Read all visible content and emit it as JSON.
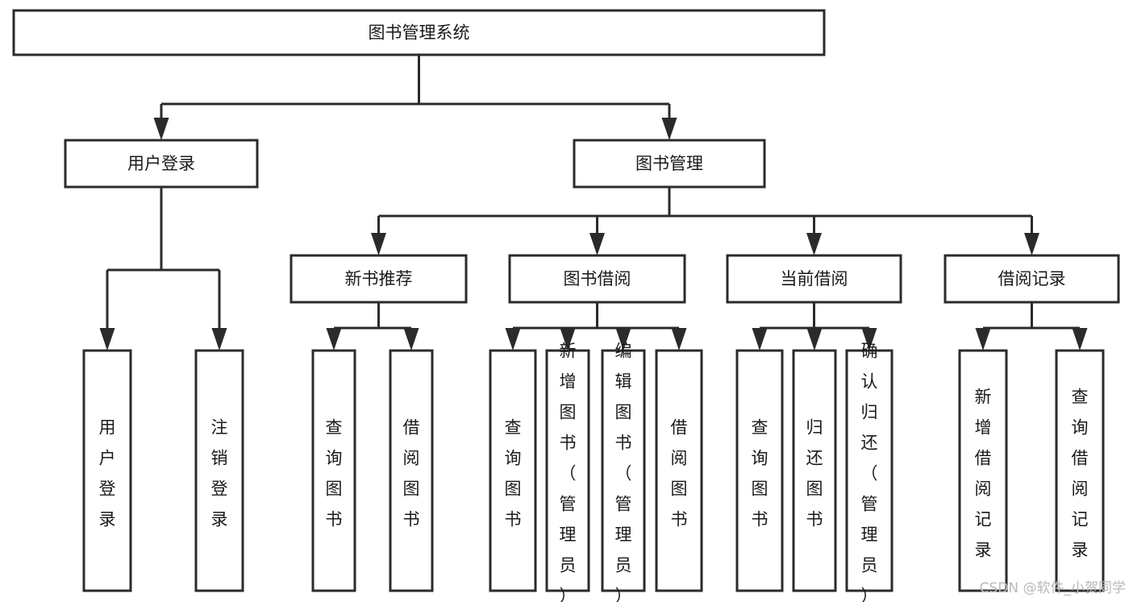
{
  "diagram": {
    "title": "图书管理系统",
    "type": "tree",
    "orientation": "top-down",
    "background_color": "#ffffff",
    "box_fill": "#ffffff",
    "box_stroke": "#2b2b2b",
    "text_color": "#1a1a1a",
    "connector_color": "#2b2b2b"
  },
  "nodes": {
    "root": {
      "label": "图书管理系统",
      "level": 0,
      "orientation": "horizontal"
    },
    "level1": [
      {
        "id": "user-login",
        "label": "用户登录",
        "orientation": "horizontal"
      },
      {
        "id": "book-management",
        "label": "图书管理",
        "orientation": "horizontal"
      }
    ],
    "level2": [
      {
        "id": "new-book-recommend",
        "label": "新书推荐",
        "orientation": "horizontal"
      },
      {
        "id": "book-borrow",
        "label": "图书借阅",
        "orientation": "horizontal"
      },
      {
        "id": "current-borrow",
        "label": "当前借阅",
        "orientation": "horizontal"
      },
      {
        "id": "borrow-record",
        "label": "借阅记录",
        "orientation": "horizontal"
      }
    ],
    "leaves": {
      "user-login": [
        {
          "id": "leaf-user-login",
          "label": "用户登录",
          "orientation": "vertical"
        },
        {
          "id": "leaf-logout-login",
          "label": "注销登录",
          "orientation": "vertical"
        }
      ],
      "new-book-recommend": [
        {
          "id": "leaf-query-book-1",
          "label": "查询图书",
          "orientation": "vertical"
        },
        {
          "id": "leaf-borrow-book-1",
          "label": "借阅图书",
          "orientation": "vertical"
        }
      ],
      "book-borrow": [
        {
          "id": "leaf-query-book-2",
          "label": "查询图书",
          "orientation": "vertical"
        },
        {
          "id": "leaf-add-book",
          "label": "新增图书（管理员）",
          "orientation": "vertical"
        },
        {
          "id": "leaf-edit-book",
          "label": "编辑图书（管理员）",
          "orientation": "vertical"
        },
        {
          "id": "leaf-borrow-book-2",
          "label": "借阅图书",
          "orientation": "vertical"
        }
      ],
      "current-borrow": [
        {
          "id": "leaf-query-book-3",
          "label": "查询图书",
          "orientation": "vertical"
        },
        {
          "id": "leaf-return-book",
          "label": "归还图书",
          "orientation": "vertical"
        },
        {
          "id": "leaf-confirm-return",
          "label": "确认归还（管理员）",
          "orientation": "vertical"
        }
      ],
      "borrow-record": [
        {
          "id": "leaf-add-record",
          "label": "新增借阅记录",
          "orientation": "vertical"
        },
        {
          "id": "leaf-query-record",
          "label": "查询借阅记录",
          "orientation": "vertical"
        }
      ]
    }
  },
  "watermark": {
    "text": "CSDN @软件_小贺同学"
  }
}
